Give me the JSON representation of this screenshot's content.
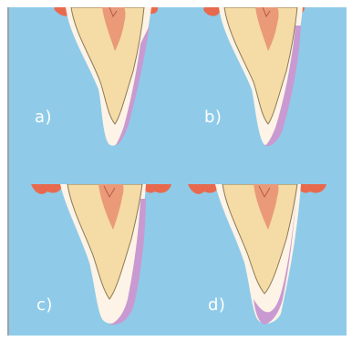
{
  "panels": [
    {
      "label": "a)"
    },
    {
      "label": "b)"
    },
    {
      "label": "c)"
    },
    {
      "label": "d)"
    }
  ],
  "colors": {
    "background": "#8fcbe8",
    "gum": "#e86a4e",
    "dentin": "#f5dba6",
    "pulp": "#ea9a78",
    "enamel": "#fdf3e6",
    "recession": "#c99ad1",
    "outline": "#8a7a55"
  }
}
